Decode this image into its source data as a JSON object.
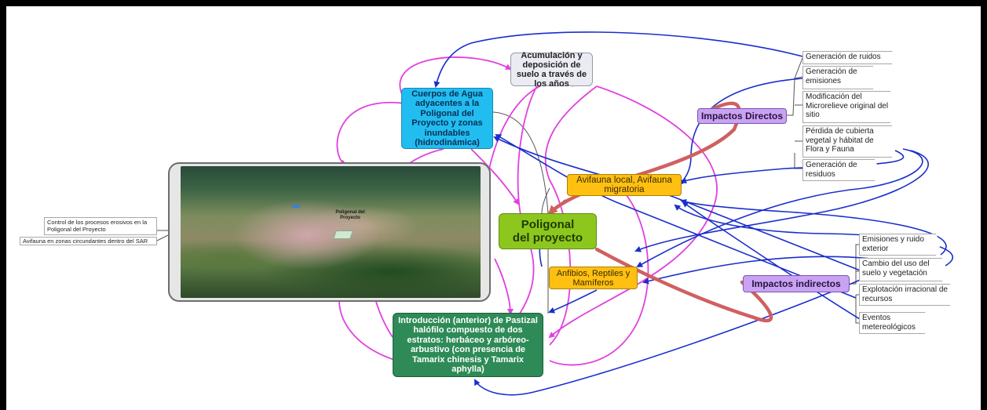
{
  "nodes": {
    "center": "Poligonal del proyecto",
    "water": "Cuerpos de Agua adyacentes a la Poligonal del Proyecto y zonas inundables (hidrodinámica)",
    "soil": "Acumulación y deposición de suelo a través de los años",
    "pasture": "Introducción (anterior) de Pastizal halófilo compuesto de dos estratos: herbáceo y arbóreo-arbustivo  (con presencia de Tamarix chinesis y Tamarix aphylla)",
    "avifauna": "Avifauna local, Avifauna migratoria",
    "anfibios": "Anfibios, Reptiles y Mamíferos",
    "impactos_directos": "Impactos Directos",
    "impactos_indirectos": "Impactos indirectos"
  },
  "direct_impacts": [
    "Generación de ruidos",
    "Generación de emisiones",
    "Modificación del Microrelieve original del sitio",
    "Pérdida de cubierta vegetal y hábitat de Flora y Fauna",
    "Generación de residuos"
  ],
  "indirect_impacts": [
    "Emisiones y ruido exterior",
    "Cambio del uso del suelo y vegetación",
    "Explotación irracional de recursos",
    "Eventos metereológicos"
  ],
  "photo": {
    "label": "Poligonal del Proyecto",
    "notes": [
      "Control de los procesos erosivos en la Poligonal del Proyecto",
      "Avifauna en zonas circundantes dentro del SAR"
    ]
  },
  "colors": {
    "center": "#8dc71e",
    "water": "#22bdf0",
    "soil": "#ebebf3",
    "pasture": "#2e8b57",
    "fauna": "#ffc012",
    "impacts": "#c8a3f1",
    "link_magenta": "#e040e0",
    "link_blue": "#1a2ecc",
    "link_red": "#d06060"
  }
}
